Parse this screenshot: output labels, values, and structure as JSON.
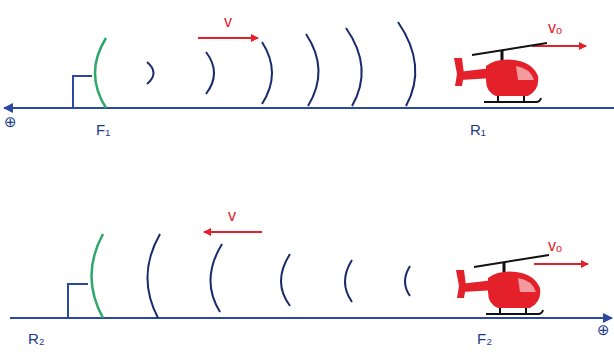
{
  "diagram": {
    "labels": [
      "v",
      "vₒ",
      "F₁",
      "R₁",
      "⊕",
      "v",
      "vₒ",
      "R₂",
      "F₂",
      "⊕"
    ]
  }
}
